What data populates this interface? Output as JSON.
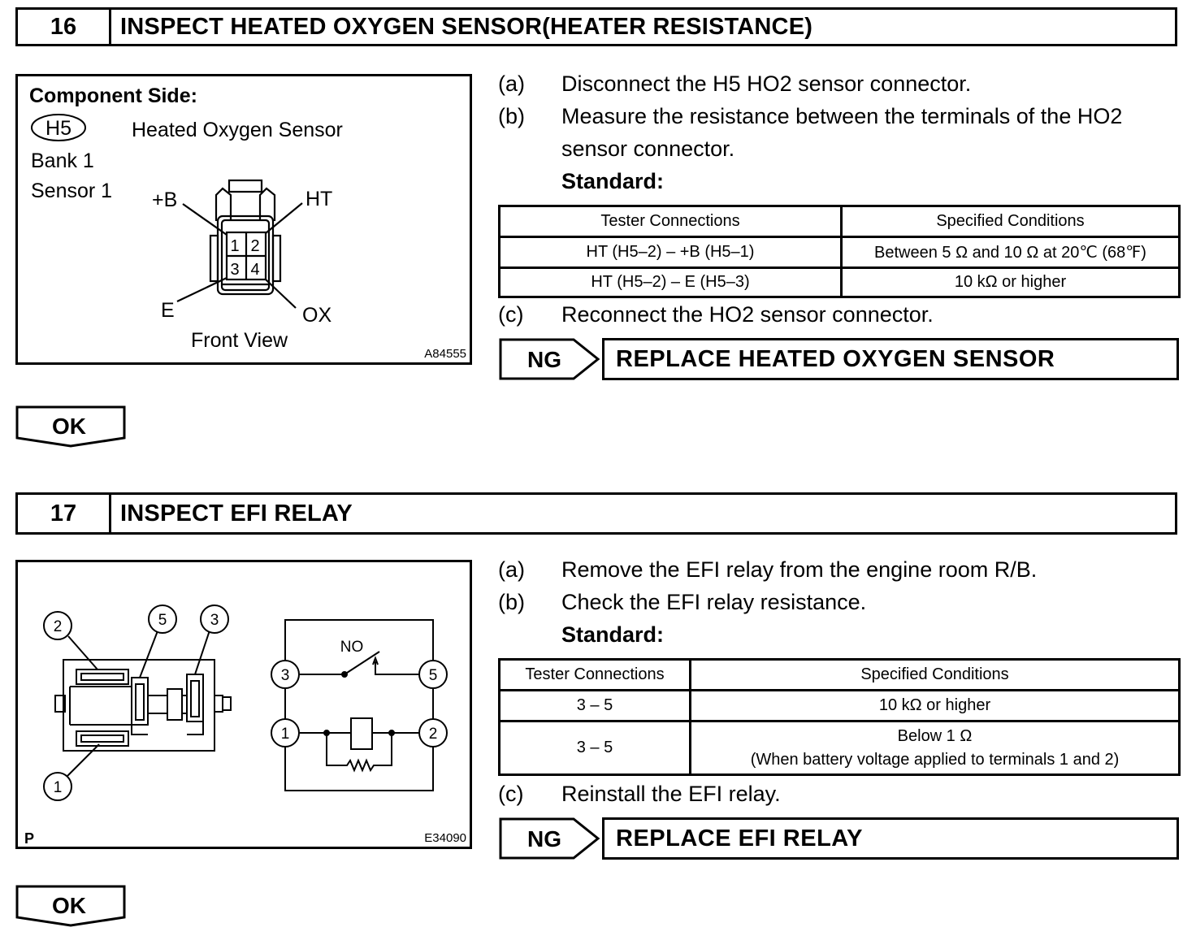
{
  "step16": {
    "number": "16",
    "title": "INSPECT HEATED OXYGEN SENSOR(HEATER RESISTANCE)",
    "figure": {
      "heading": "Component Side:",
      "connector_code": "H5",
      "component_name": "Heated Oxygen Sensor",
      "bank": "Bank 1",
      "sensor": "Sensor 1",
      "pin_labels": {
        "plus_b": "+B",
        "ht": "HT",
        "e": "E",
        "ox": "OX"
      },
      "pins": [
        "1",
        "2",
        "3",
        "4"
      ],
      "view": "Front View",
      "figure_id": "A84555"
    },
    "steps": [
      {
        "label": "(a)",
        "text": "Disconnect the H5 HO2 sensor connector."
      },
      {
        "label": "(b)",
        "text": "Measure the resistance between the terminals of the HO2"
      },
      {
        "label": "",
        "text": "sensor connector."
      }
    ],
    "standard_label": "Standard:",
    "table": {
      "headers": [
        "Tester Connections",
        "Specified Conditions"
      ],
      "rows": [
        [
          "HT (H5–2) – +B (H5–1)",
          "Between 5 Ω and 10 Ω at 20℃ (68℉)"
        ],
        [
          "HT (H5–2) – E (H5–3)",
          "10 kΩ or higher"
        ]
      ]
    },
    "step_c": {
      "label": "(c)",
      "text": "Reconnect the HO2 sensor connector."
    },
    "ng_label": "NG",
    "ng_action": "REPLACE HEATED OXYGEN SENSOR",
    "ok_label": "OK"
  },
  "step17": {
    "number": "17",
    "title": "INSPECT EFI RELAY",
    "figure": {
      "terminals": [
        "1",
        "2",
        "3",
        "5"
      ],
      "switch_label": "NO",
      "corner_mark": "P",
      "figure_id": "E34090"
    },
    "steps": [
      {
        "label": "(a)",
        "text": "Remove the EFI relay from the engine room R/B."
      },
      {
        "label": "(b)",
        "text": "Check the EFI relay resistance."
      }
    ],
    "standard_label": "Standard:",
    "table": {
      "headers": [
        "Tester Connections",
        "Specified Conditions"
      ],
      "rows": [
        [
          "3 – 5",
          "10 kΩ or higher"
        ],
        [
          "3 – 5",
          "Below 1 Ω",
          "(When battery voltage applied to terminals 1 and 2)"
        ]
      ]
    },
    "step_c": {
      "label": "(c)",
      "text": "Reinstall the EFI relay."
    },
    "ng_label": "NG",
    "ng_action": "REPLACE EFI RELAY",
    "ok_label": "OK"
  }
}
